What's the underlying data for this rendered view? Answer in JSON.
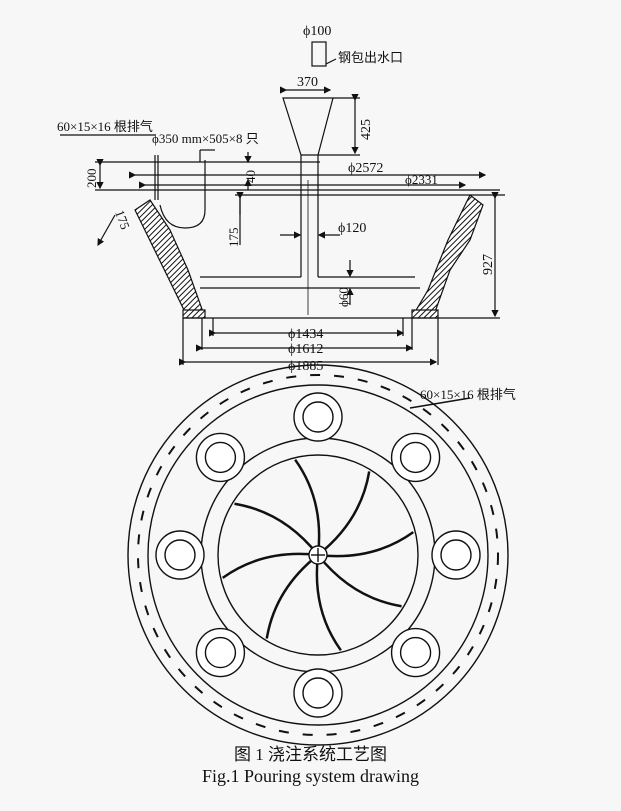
{
  "side_view": {
    "nozzle_dia": "ϕ100",
    "nozzle_label": "钢包出水口",
    "funnel_width": "370",
    "funnel_height": "425",
    "vent_label": "60×15×16 根排气",
    "riser_label": "ϕ350 mm×505×8 只",
    "dim_200": "200",
    "dim_40": "40",
    "dim_2572": "ϕ2572",
    "dim_2331": "ϕ2331",
    "dim_175_wall": "175",
    "dim_175_riser": "175",
    "dim_120": "ϕ120",
    "dim_60": "ϕ60",
    "dim_927": "927",
    "dim_1434": "ϕ1434",
    "dim_1612": "ϕ1612",
    "dim_1885": "ϕ1885"
  },
  "top_view": {
    "vent_label": "60×15×16 根排气"
  },
  "caption": {
    "cn": "图 1   浇注系统工艺图",
    "en": "Fig.1  Pouring system drawing"
  }
}
